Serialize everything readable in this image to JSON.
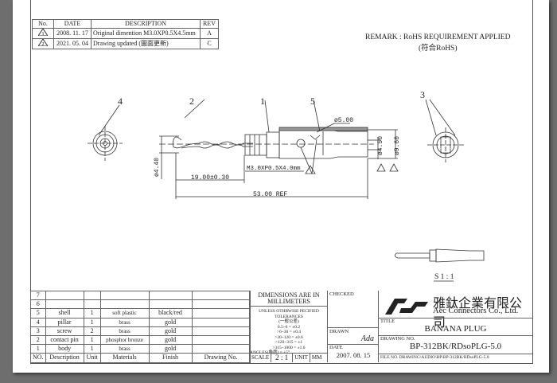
{
  "revision_table": {
    "headers": [
      "No.",
      "DATE",
      "DESCRIPTION",
      "REV"
    ],
    "rows": [
      {
        "no": "1",
        "date": "2008. 11. 17",
        "description": "Original dimention M3.0XP0.5X4.5mm",
        "rev": "A"
      },
      {
        "no": "2",
        "date": "2021. 05. 04",
        "description": "Drawing updated (圖面更新)",
        "rev": "C"
      }
    ]
  },
  "remark": {
    "line1": "REMARK : RoHS REQUIREMENT APPLIED",
    "line2": "(符合RoHS)"
  },
  "drawing": {
    "callouts": [
      "1",
      "2",
      "3",
      "4",
      "5"
    ],
    "dims": {
      "d500": "ø5.00",
      "d450": "ø4.50",
      "d960": "ø9.60",
      "d440": "ø4.40",
      "len19": "19.00±0.30",
      "len53": "53.00 REF",
      "thread": "M3.0XP0.5X4.0mm"
    },
    "scale_label": "S 1 : 1"
  },
  "bom": {
    "headers": [
      "NO.",
      "Description",
      "Unit",
      "Materials",
      "Finish",
      "Drawing No."
    ],
    "rows": [
      {
        "no": "7",
        "desc": "",
        "unit": "",
        "mat": "",
        "finish": "",
        "dwg": ""
      },
      {
        "no": "6",
        "desc": "",
        "unit": "",
        "mat": "",
        "finish": "",
        "dwg": ""
      },
      {
        "no": "5",
        "desc": "shell",
        "unit": "1",
        "mat": "soft plastic",
        "finish": "black/red",
        "dwg": ""
      },
      {
        "no": "4",
        "desc": "pillar",
        "unit": "1",
        "mat": "brass",
        "finish": "gold",
        "dwg": ""
      },
      {
        "no": "3",
        "desc": "screw",
        "unit": "2",
        "mat": "brass",
        "finish": "gold",
        "dwg": ""
      },
      {
        "no": "2",
        "desc": "contact pin",
        "unit": "1",
        "mat": "phosphor bronze",
        "finish": "gold",
        "dwg": ""
      },
      {
        "no": "1",
        "desc": "body",
        "unit": "1",
        "mat": "brass",
        "finish": "gold",
        "dwg": ""
      }
    ]
  },
  "dimensions": {
    "title": "DIMENSIONS ARE IN MILLIMETERS",
    "tol_title": "UNLESS OTHRWISE PECIFIED TOLERANCES",
    "tol_lines": [
      "(一般公差)",
      "0.5~6 = ±0.2",
      ">6~30 = ±0.4",
      ">30~120 = ±0.6",
      ">120~315 = ±1",
      ">315~1000 = ±1.6",
      "ANGLES(角度) = ±5°"
    ],
    "scale_label": "SCALE",
    "scale": "2 : 1",
    "unit_label": "UNIT",
    "unit": "MM"
  },
  "approval": {
    "checked_label": "CHECKED",
    "drawn_label": "DRAWN",
    "drawn": "Ada",
    "date_label": "DATE",
    "date": "2007. 08. 15"
  },
  "title_block": {
    "company_cn": "雅鈦企業有限公司",
    "company_en": "Aec Connectors Co., Ltd.",
    "title_label": "TITLE",
    "title": "BANANA PLUG",
    "drawing_no_label": "DRAWING NO.",
    "drawing_no": "BP-312BK/RDsoPLG-5.0",
    "file_no": "FILE NO. DRAWING\\AUDIO\\BP\\BP-312BK/RDsoPLG-5.0"
  }
}
